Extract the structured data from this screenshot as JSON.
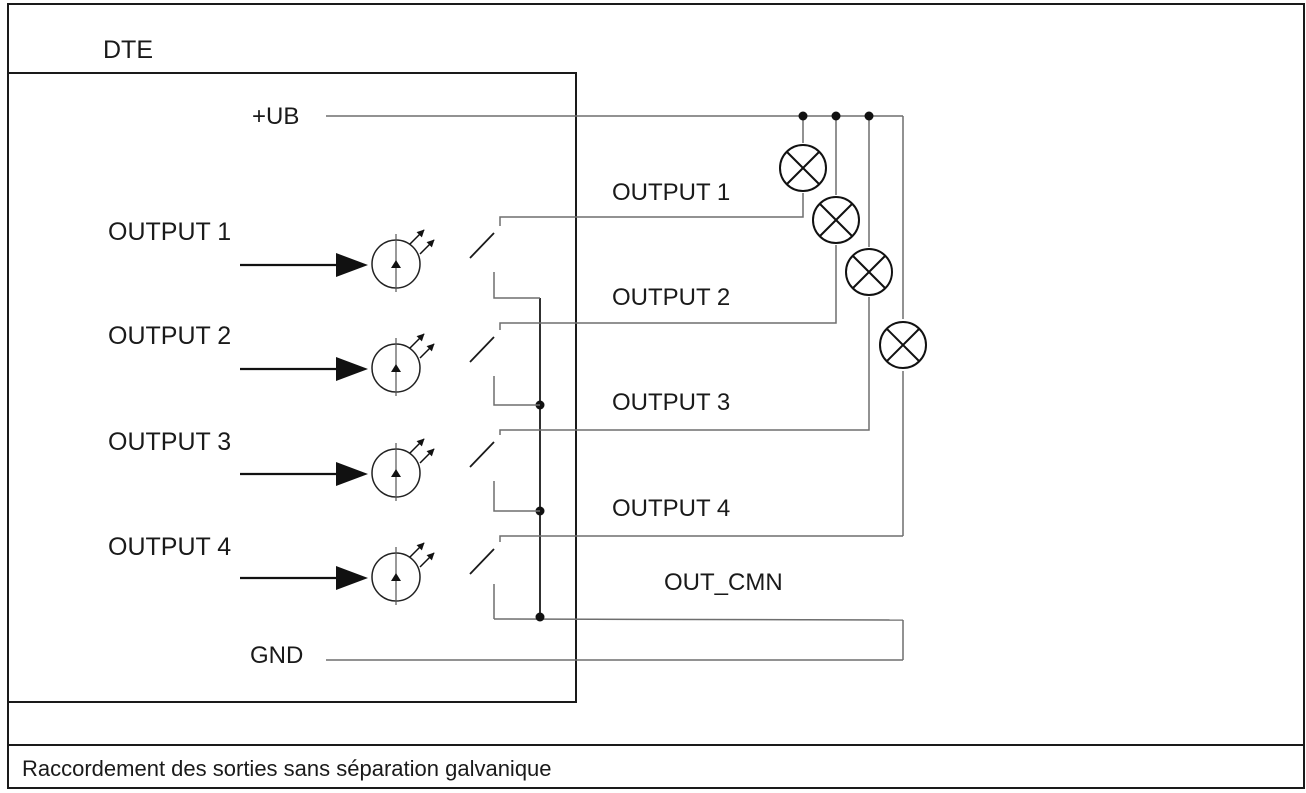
{
  "diagram": {
    "title": "DTE",
    "caption": "Raccordement des sorties sans séparation galvanique",
    "labels": {
      "supply": "+UB",
      "ground": "GND",
      "common": "OUT_CMN"
    },
    "inputs": [
      "OUTPUT 1",
      "OUTPUT 2",
      "OUTPUT 3",
      "OUTPUT 4"
    ],
    "outputs": [
      "OUTPUT 1",
      "OUTPUT 2",
      "OUTPUT 3",
      "OUTPUT 4"
    ],
    "components": {
      "optocouplers": 4,
      "switches": 4,
      "lamps": 4
    }
  }
}
